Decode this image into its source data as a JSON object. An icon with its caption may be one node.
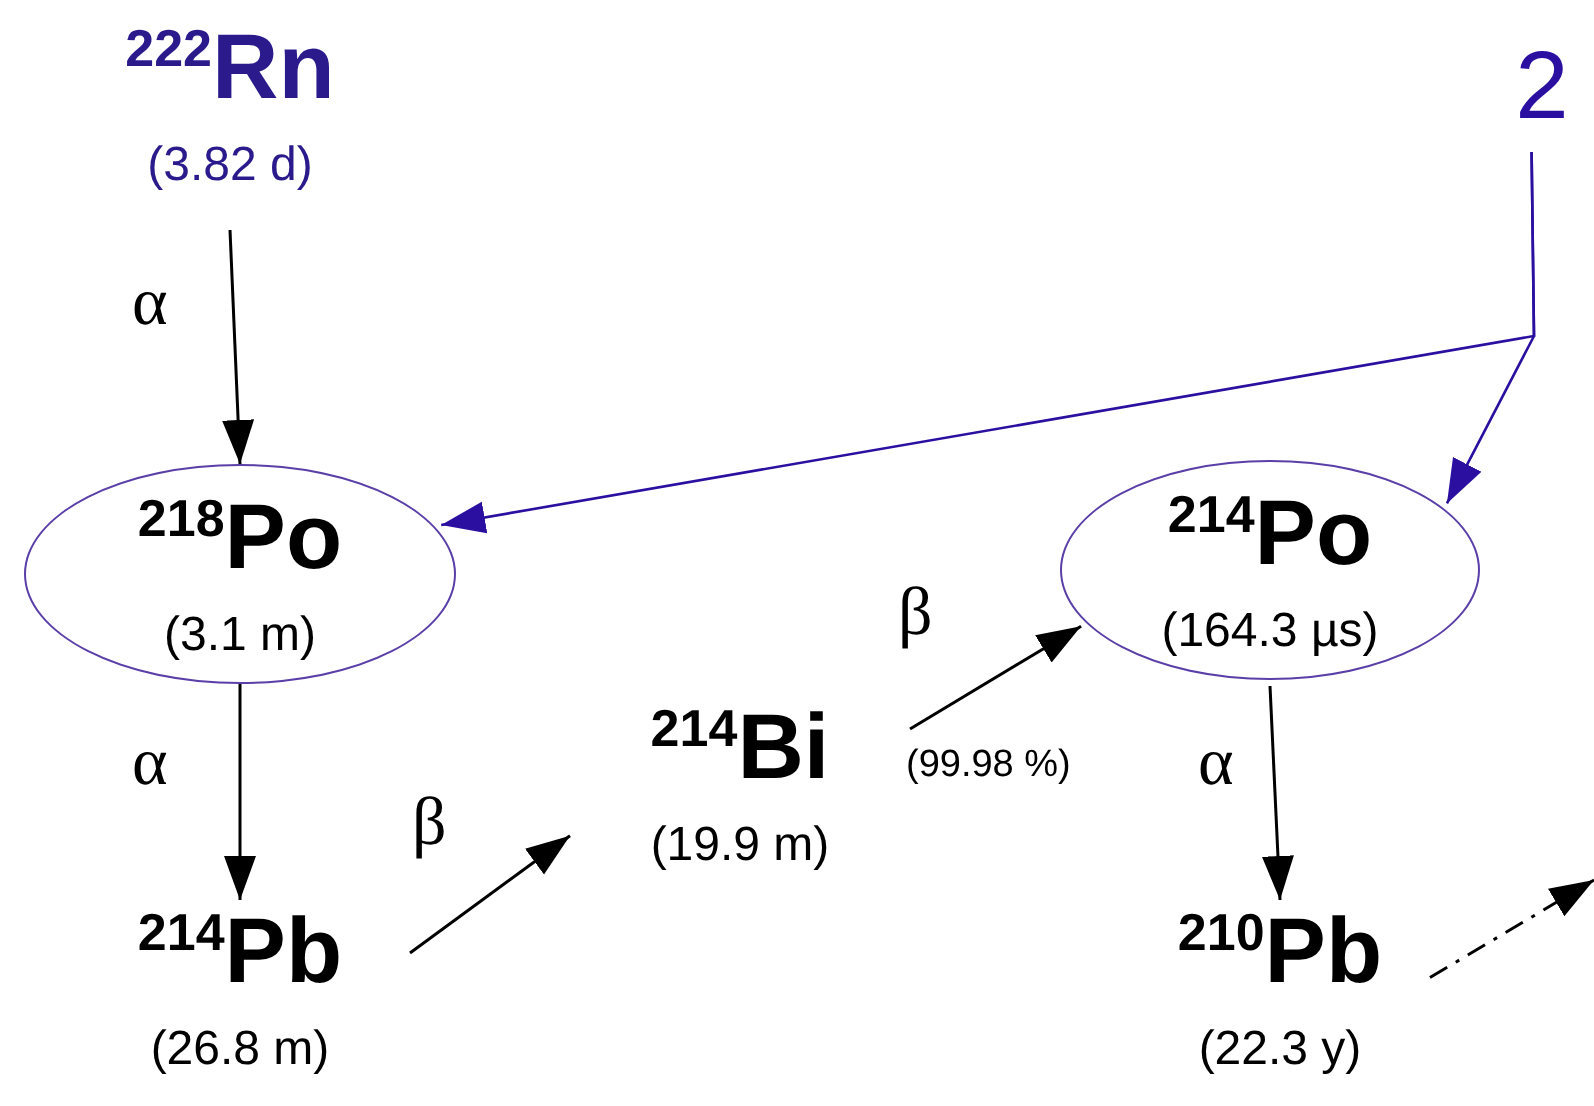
{
  "diagram": {
    "nodes": [
      {
        "text": [
          "$^{222}$Rn",
          "(3.82 d)"
        ]
      },
      {
        "text": [
          "$^{218}$Po",
          "(3.1 m)"
        ]
      },
      {
        "text": [
          "$^{214}$Pb",
          "(26.8 m)"
        ]
      },
      {
        "text": [
          "$^{214}$Bi",
          "(19.9 m)"
        ]
      },
      {
        "text": [
          "$^{214}$Po",
          "(164.3 µs)"
        ]
      },
      {
        "text": [
          "$^{210}$Pb",
          "(22.3 y)"
        ]
      },
      {
        "text": [
          "2"
        ]
      }
    ],
    "edges": [
      {
        "from": 0,
        "to": 1,
        "arrow": "to",
        "label": "α"
      },
      {
        "from": 1,
        "to": 2,
        "arrow": "to",
        "label": "α"
      },
      {
        "from": 2,
        "to": 3,
        "arrow": "to",
        "label": "β"
      },
      {
        "from": 3,
        "to": 4,
        "arrow": "to",
        "label": "β"
      },
      {
        "from": 4,
        "to": 5,
        "arrow": "to",
        "label": "α"
      },
      {
        "from": 5,
        "to": null,
        "arrow": "to",
        "style": "dashed"
      },
      {
        "from": 6,
        "to": 1,
        "arrow": "to",
        "color": "#2a0fa0"
      },
      {
        "from": 6,
        "to": 4,
        "arrow": "to",
        "color": "#2a0fa0"
      }
    ],
    "labels": [
      "(99.98 %)"
    ]
  }
}
